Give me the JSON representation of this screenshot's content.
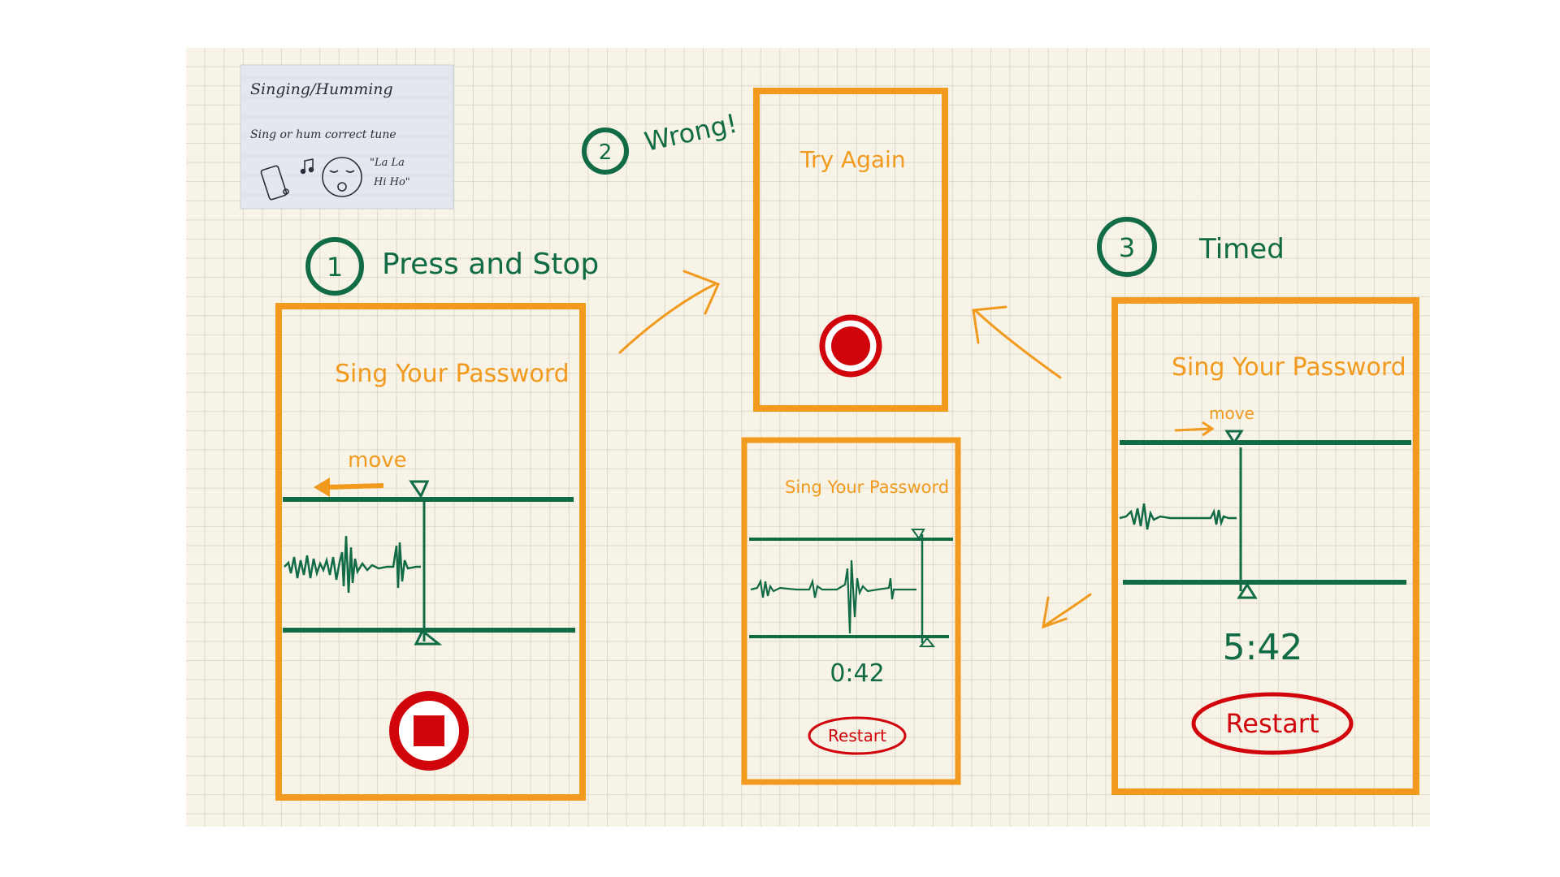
{
  "colors": {
    "paper": "#f7f3e7",
    "grid": "#dcd8cc",
    "frame": "#f19a1d",
    "ink_green": "#116b45",
    "ink_red": "#d0040a",
    "ink_orange": "#f19a1d"
  },
  "photo": {
    "title": "Singing/Humming",
    "subtitle": "Sing or hum correct tune",
    "lyrics_line1": "\"La La",
    "lyrics_line2": "Hi Ho\""
  },
  "steps": [
    {
      "number": "1",
      "title": "Press and Stop"
    },
    {
      "number": "2",
      "title": "Wrong!"
    },
    {
      "number": "3",
      "title": "Timed"
    }
  ],
  "screens": {
    "press_stop": {
      "prompt": "Sing Your Password",
      "move_label": "move",
      "button_icon": "stop-record-icon"
    },
    "wrong": {
      "prompt": "Try Again",
      "button_icon": "record-icon"
    },
    "timed_result": {
      "prompt": "Sing Your Password",
      "timer": "0:42",
      "restart_label": "Restart"
    },
    "timed": {
      "prompt": "Sing Your Password",
      "move_label": "move",
      "timer": "5:42",
      "restart_label": "Restart"
    }
  }
}
